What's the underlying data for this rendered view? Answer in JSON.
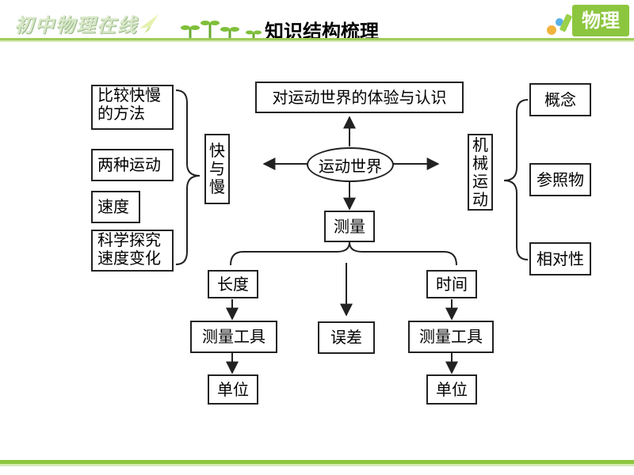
{
  "header": {
    "logo_text": "初中物理在线",
    "title": "知识结构梳理",
    "subject": "物理"
  },
  "diagram": {
    "top_box": "对运动世界的体验与认识",
    "center": "运动世界",
    "left_group": {
      "label": [
        "快",
        "与",
        "慢"
      ],
      "items": [
        [
          "比较快慢",
          "的方法"
        ],
        [
          "两种运动"
        ],
        [
          "速度"
        ],
        [
          "科学探究",
          "速度变化"
        ]
      ]
    },
    "right_group": {
      "label": [
        "机",
        "械",
        "运",
        "动"
      ],
      "items": [
        "概念",
        "参照物",
        "相对性"
      ]
    },
    "measure": {
      "label": "测量",
      "length": "长度",
      "error": "误差",
      "time": "时间",
      "length_tool": "测量工具",
      "length_unit": "单位",
      "time_tool": "测量工具",
      "time_unit": "单位"
    }
  }
}
